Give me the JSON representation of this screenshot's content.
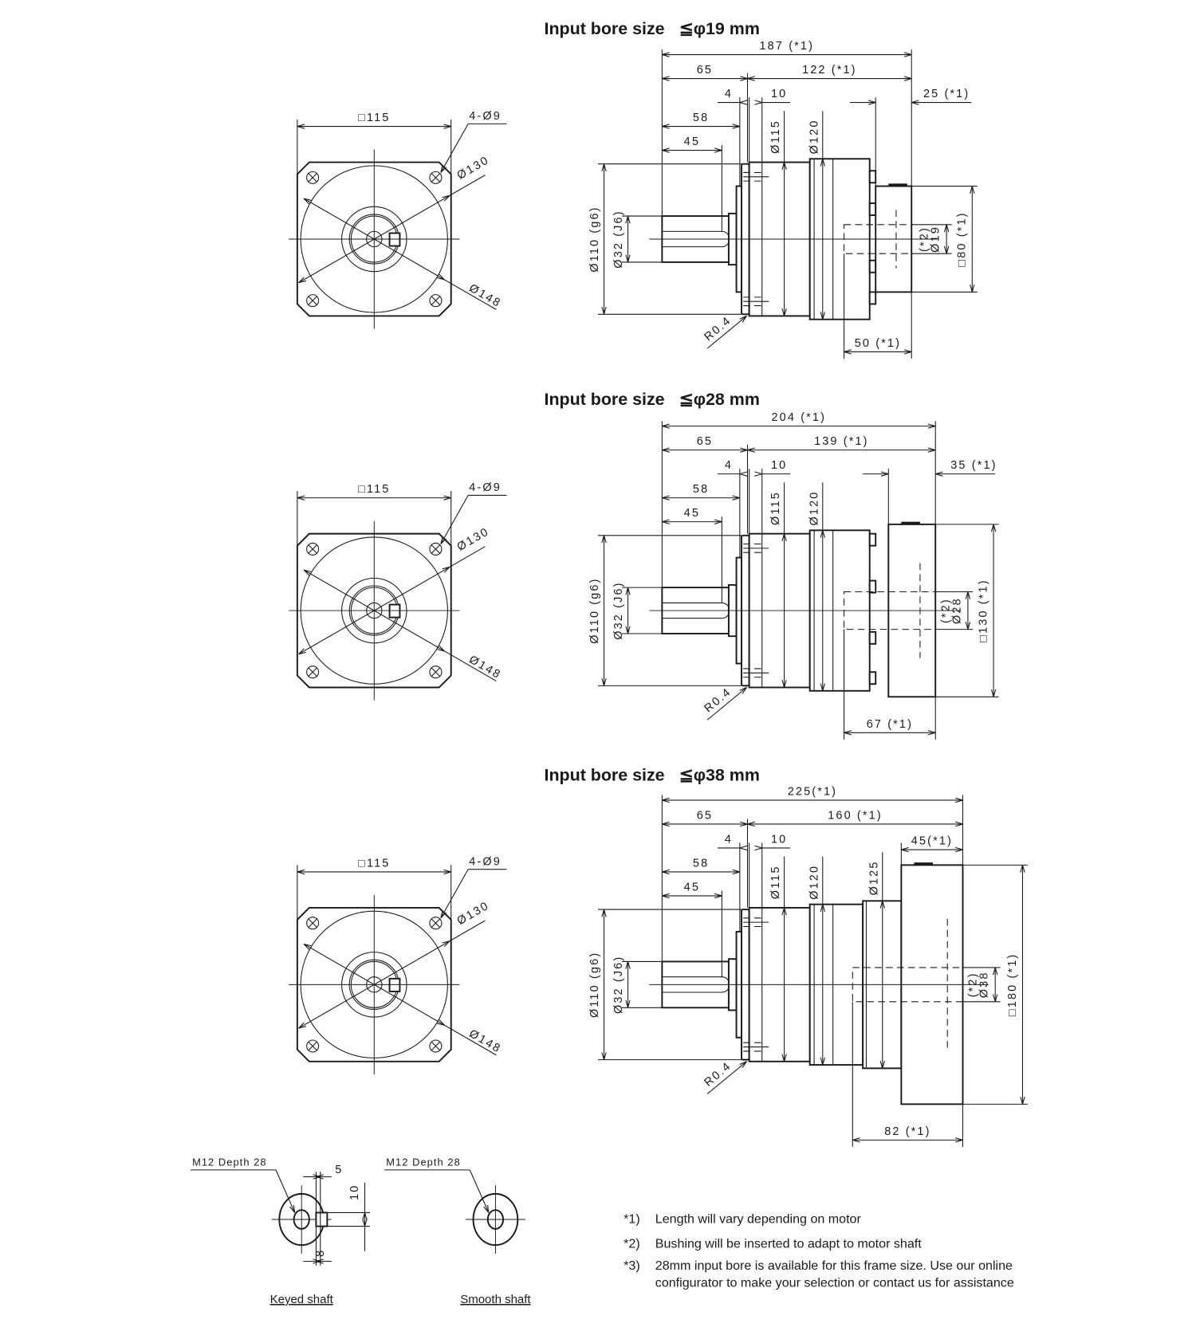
{
  "sections": [
    {
      "title_prefix": "Input bore size",
      "title_value": "≦φ19 mm",
      "front": {
        "square": "□115",
        "holes": "4-Ø9",
        "pcd": "Ø130",
        "diag": "Ø148"
      },
      "side": {
        "total": "187 (*1)",
        "flange_len": "65",
        "body_len": "122 (*1)",
        "d4": "4",
        "d10": "10",
        "adapter_len": "25 (*1)",
        "d58": "58",
        "d45": "45",
        "dia115": "Ø115",
        "dia120": "Ø120",
        "pilot": "Ø110 (g6)",
        "shaft": "Ø32 (J6)",
        "bore_note": "(*2)",
        "bore": "Ø19",
        "adapter": "□80 (*1)",
        "bore_depth": "50 (*1)",
        "radius": "R0.4"
      }
    },
    {
      "title_prefix": "Input bore size",
      "title_value": "≦φ28 mm",
      "front": {
        "square": "□115",
        "holes": "4-Ø9",
        "pcd": "Ø130",
        "diag": "Ø148"
      },
      "side": {
        "total": "204 (*1)",
        "flange_len": "65",
        "body_len": "139 (*1)",
        "d4": "4",
        "d10": "10",
        "adapter_len": "35 (*1)",
        "d58": "58",
        "d45": "45",
        "dia115": "Ø115",
        "dia120": "Ø120",
        "pilot": "Ø110 (g6)",
        "shaft": "Ø32 (J6)",
        "bore_note": "(*2)",
        "bore": "Ø28",
        "adapter": "□130 (*1)",
        "bore_depth": "67 (*1)",
        "radius": "R0.4"
      }
    },
    {
      "title_prefix": "Input bore size",
      "title_value": "≦φ38 mm",
      "front": {
        "square": "□115",
        "holes": "4-Ø9",
        "pcd": "Ø130",
        "diag": "Ø148"
      },
      "side": {
        "total": "225(*1)",
        "flange_len": "65",
        "body_len": "160 (*1)",
        "d4": "4",
        "d10": "10",
        "adapter_len": "45(*1)",
        "d58": "58",
        "d45": "45",
        "dia115": "Ø115",
        "dia120": "Ø120",
        "dia125": "Ø125",
        "pilot": "Ø110 (g6)",
        "shaft": "Ø32 (J6)",
        "bore_note": "(*2)",
        "bore": "Ø38",
        "adapter": "□180 (*1)",
        "bore_depth": "82 (*1)",
        "radius": "R0.4"
      }
    }
  ],
  "shaft_ends": {
    "keyed": {
      "thread": "M12  Depth 28",
      "key_width": "5",
      "key_height": "10",
      "key_offset": "8",
      "caption": "Keyed shaft"
    },
    "smooth": {
      "thread": "M12  Depth 28",
      "caption": "Smooth shaft"
    }
  },
  "notes": [
    {
      "mark": "*1)",
      "lines": [
        "Length will vary depending on motor"
      ]
    },
    {
      "mark": "*2)",
      "lines": [
        "Bushing will be inserted to adapt to motor shaft"
      ]
    },
    {
      "mark": "*3)",
      "lines": [
        "28mm input bore is available for this frame size. Use our online",
        "configurator to make your selection or contact us for assistance"
      ]
    }
  ]
}
